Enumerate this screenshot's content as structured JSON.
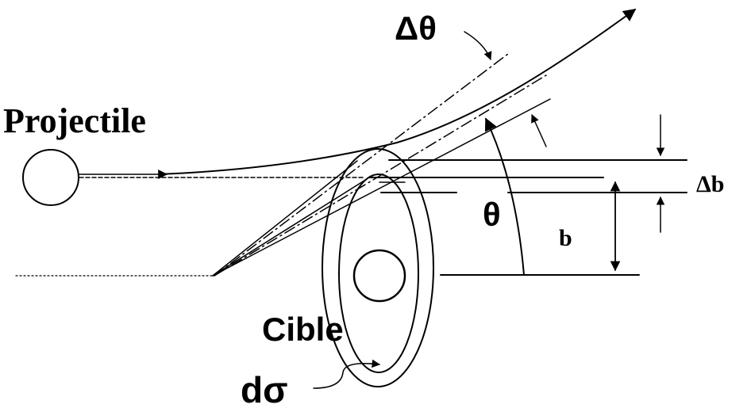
{
  "labels": {
    "projectile": "Projectile",
    "target": "Cible",
    "delta_theta": "Δθ",
    "theta": "θ",
    "impact_parameter": "b",
    "delta_b": "Δb",
    "cross_section": "dσ"
  },
  "colors": {
    "ink": "#000000",
    "background": "#ffffff"
  }
}
